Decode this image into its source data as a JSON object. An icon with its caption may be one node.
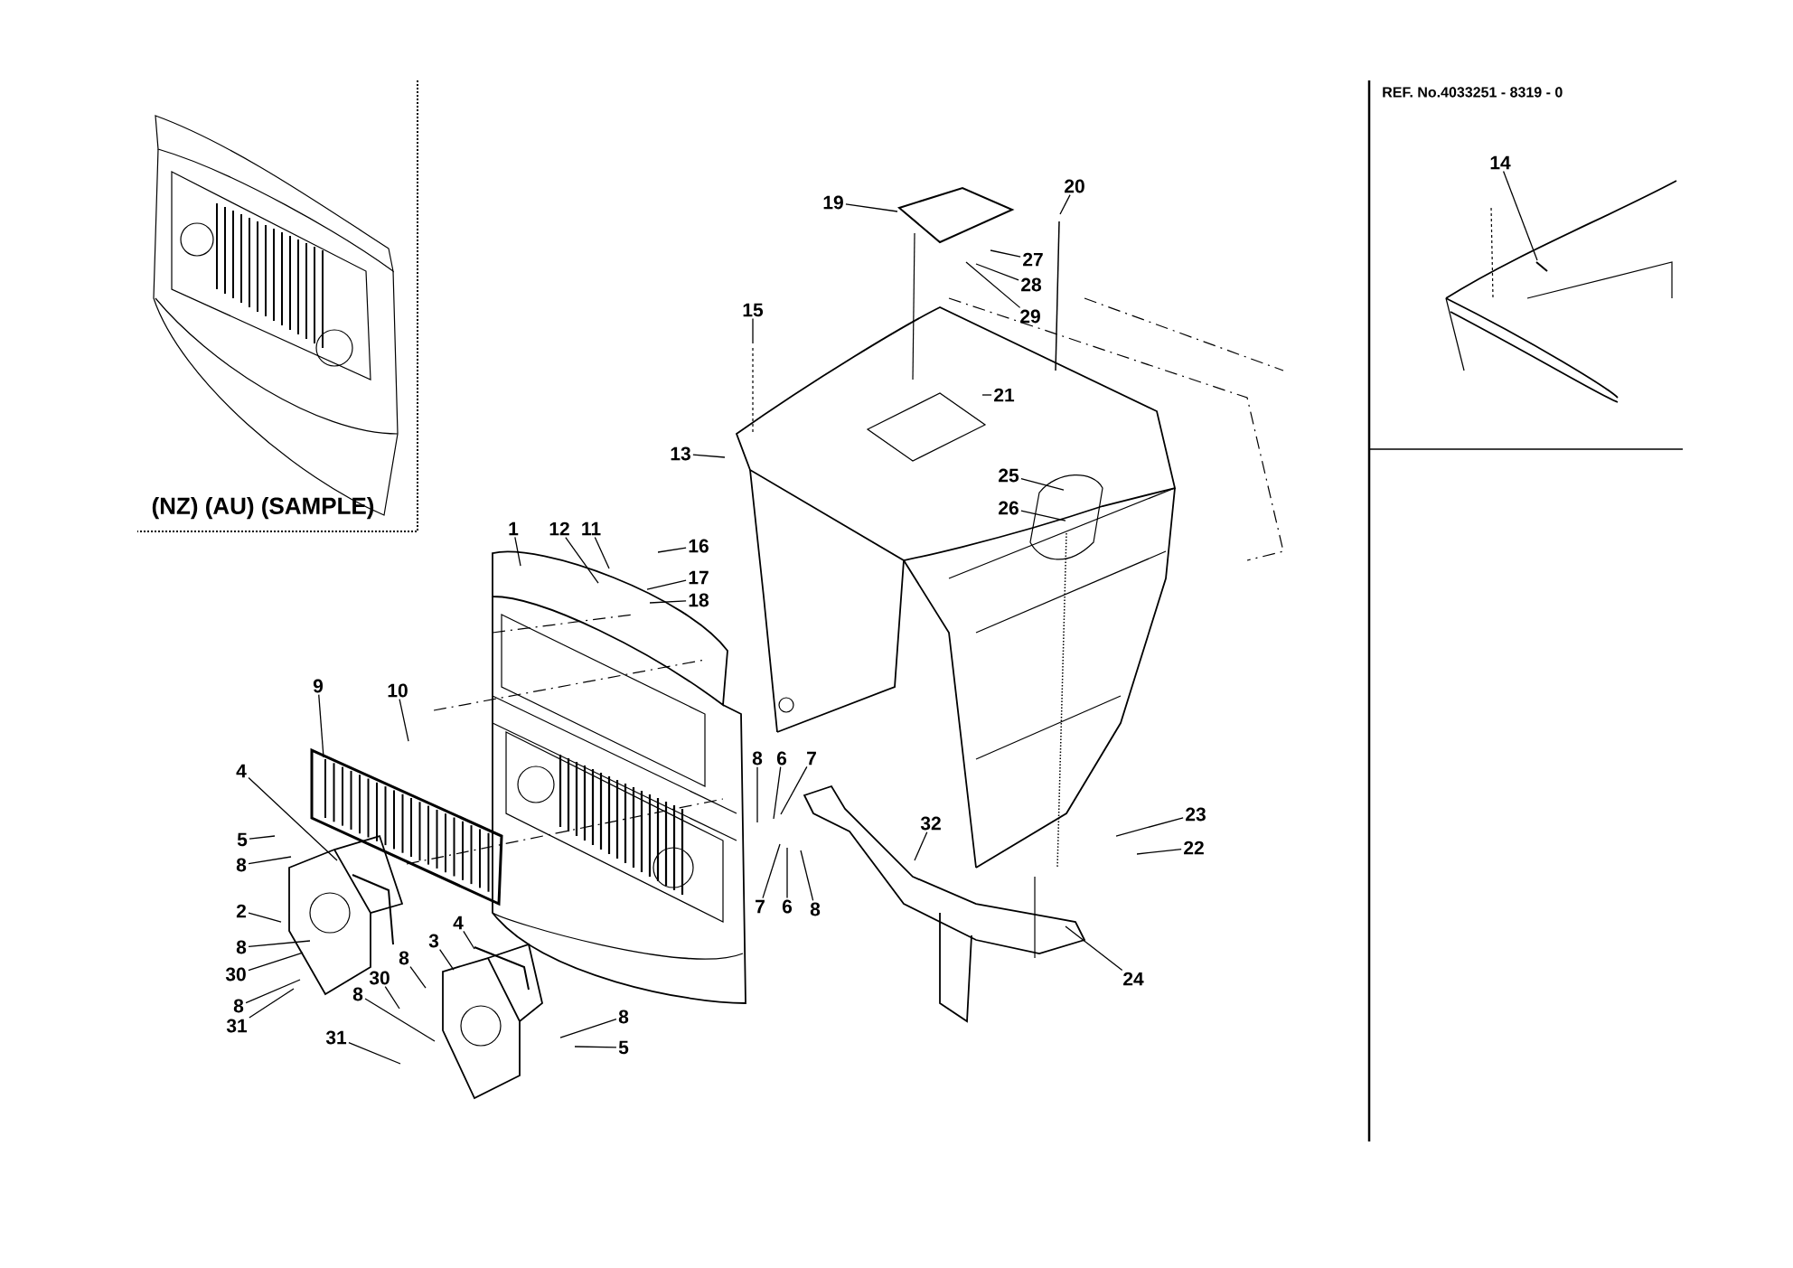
{
  "diagram": {
    "nodes": [
      {
        "text": [
          "19"
        ]
      },
      {
        "text": [
          "20"
        ]
      },
      {
        "text": [
          "27"
        ]
      },
      {
        "text": [
          "28"
        ]
      },
      {
        "text": [
          "29"
        ]
      },
      {
        "text": [
          "15"
        ]
      },
      {
        "text": [
          "13"
        ]
      },
      {
        "text": [
          "21"
        ]
      },
      {
        "text": [
          "25"
        ]
      },
      {
        "text": [
          "26"
        ]
      },
      {
        "text": [
          "14"
        ]
      },
      {
        "text": [
          "1"
        ]
      },
      {
        "text": [
          "12"
        ]
      },
      {
        "text": [
          "11"
        ]
      },
      {
        "text": [
          "16"
        ]
      },
      {
        "text": [
          "17"
        ]
      },
      {
        "text": [
          "18"
        ]
      },
      {
        "text": [
          "9"
        ]
      },
      {
        "text": [
          "10"
        ]
      },
      {
        "text": [
          "8"
        ]
      },
      {
        "text": [
          "6"
        ]
      },
      {
        "text": [
          "7"
        ]
      },
      {
        "text": [
          "4"
        ]
      },
      {
        "text": [
          "5"
        ]
      },
      {
        "text": [
          "8"
        ]
      },
      {
        "text": [
          "2"
        ]
      },
      {
        "text": [
          "8"
        ]
      },
      {
        "text": [
          "30"
        ]
      },
      {
        "text": [
          "8"
        ]
      },
      {
        "text": [
          "31"
        ]
      },
      {
        "text": [
          "32"
        ]
      },
      {
        "text": [
          "23"
        ]
      },
      {
        "text": [
          "22"
        ]
      },
      {
        "text": [
          "7"
        ]
      },
      {
        "text": [
          "6"
        ]
      },
      {
        "text": [
          "8"
        ]
      },
      {
        "text": [
          "4"
        ]
      },
      {
        "text": [
          "3"
        ]
      },
      {
        "text": [
          "8"
        ]
      },
      {
        "text": [
          "30"
        ]
      },
      {
        "text": [
          "8"
        ]
      },
      {
        "text": [
          "31"
        ]
      },
      {
        "text": [
          "8"
        ]
      },
      {
        "text": [
          "5"
        ]
      },
      {
        "text": [
          "24"
        ]
      }
    ],
    "edges": [
      {
        "from": 0,
        "to": null,
        "arrow": "none"
      },
      {
        "from": 1,
        "to": null,
        "arrow": "none"
      },
      {
        "from": 2,
        "to": null,
        "arrow": "none"
      },
      {
        "from": 3,
        "to": null,
        "arrow": "none"
      },
      {
        "from": 4,
        "to": null,
        "arrow": "none"
      },
      {
        "from": 5,
        "to": null,
        "arrow": "none"
      },
      {
        "from": 6,
        "to": null,
        "arrow": "none"
      },
      {
        "from": 7,
        "to": null,
        "arrow": "none"
      },
      {
        "from": 8,
        "to": null,
        "arrow": "none"
      },
      {
        "from": 9,
        "to": null,
        "arrow": "none"
      },
      {
        "from": 10,
        "to": null,
        "arrow": "none"
      },
      {
        "from": 11,
        "to": null,
        "arrow": "none"
      },
      {
        "from": 12,
        "to": null,
        "arrow": "none"
      },
      {
        "from": 13,
        "to": null,
        "arrow": "none"
      },
      {
        "from": 14,
        "to": null,
        "arrow": "none"
      },
      {
        "from": 15,
        "to": null,
        "arrow": "none"
      },
      {
        "from": 16,
        "to": null,
        "arrow": "none"
      },
      {
        "from": 17,
        "to": null,
        "arrow": "none"
      },
      {
        "from": 18,
        "to": null,
        "arrow": "none"
      },
      {
        "from": 19,
        "to": null,
        "arrow": "none"
      },
      {
        "from": 20,
        "to": null,
        "arrow": "none"
      },
      {
        "from": 21,
        "to": null,
        "arrow": "none"
      },
      {
        "from": 22,
        "to": null,
        "arrow": "none"
      },
      {
        "from": 23,
        "to": null,
        "arrow": "none"
      },
      {
        "from": 24,
        "to": null,
        "arrow": "none"
      },
      {
        "from": 25,
        "to": null,
        "arrow": "none"
      },
      {
        "from": 26,
        "to": null,
        "arrow": "none"
      },
      {
        "from": 27,
        "to": null,
        "arrow": "none"
      },
      {
        "from": 28,
        "to": null,
        "arrow": "none"
      },
      {
        "from": 29,
        "to": null,
        "arrow": "none"
      },
      {
        "from": 30,
        "to": null,
        "arrow": "none"
      },
      {
        "from": 31,
        "to": null,
        "arrow": "none"
      },
      {
        "from": 32,
        "to": null,
        "arrow": "none"
      },
      {
        "from": 33,
        "to": null,
        "arrow": "none"
      },
      {
        "from": 34,
        "to": null,
        "arrow": "none"
      },
      {
        "from": 35,
        "to": null,
        "arrow": "none"
      },
      {
        "from": 36,
        "to": null,
        "arrow": "none"
      },
      {
        "from": 37,
        "to": null,
        "arrow": "none"
      },
      {
        "from": 38,
        "to": null,
        "arrow": "none"
      },
      {
        "from": 39,
        "to": null,
        "arrow": "none"
      },
      {
        "from": 40,
        "to": null,
        "arrow": "none"
      },
      {
        "from": 41,
        "to": null,
        "arrow": "none"
      },
      {
        "from": 42,
        "to": null,
        "arrow": "none"
      },
      {
        "from": 43,
        "to": null,
        "arrow": "none"
      },
      {
        "from": 44,
        "to": null,
        "arrow": "none"
      }
    ],
    "labels": [
      "REF. No.4033251 - 8319 - 0",
      "(NZ) (AU) (SAMPLE)"
    ]
  }
}
